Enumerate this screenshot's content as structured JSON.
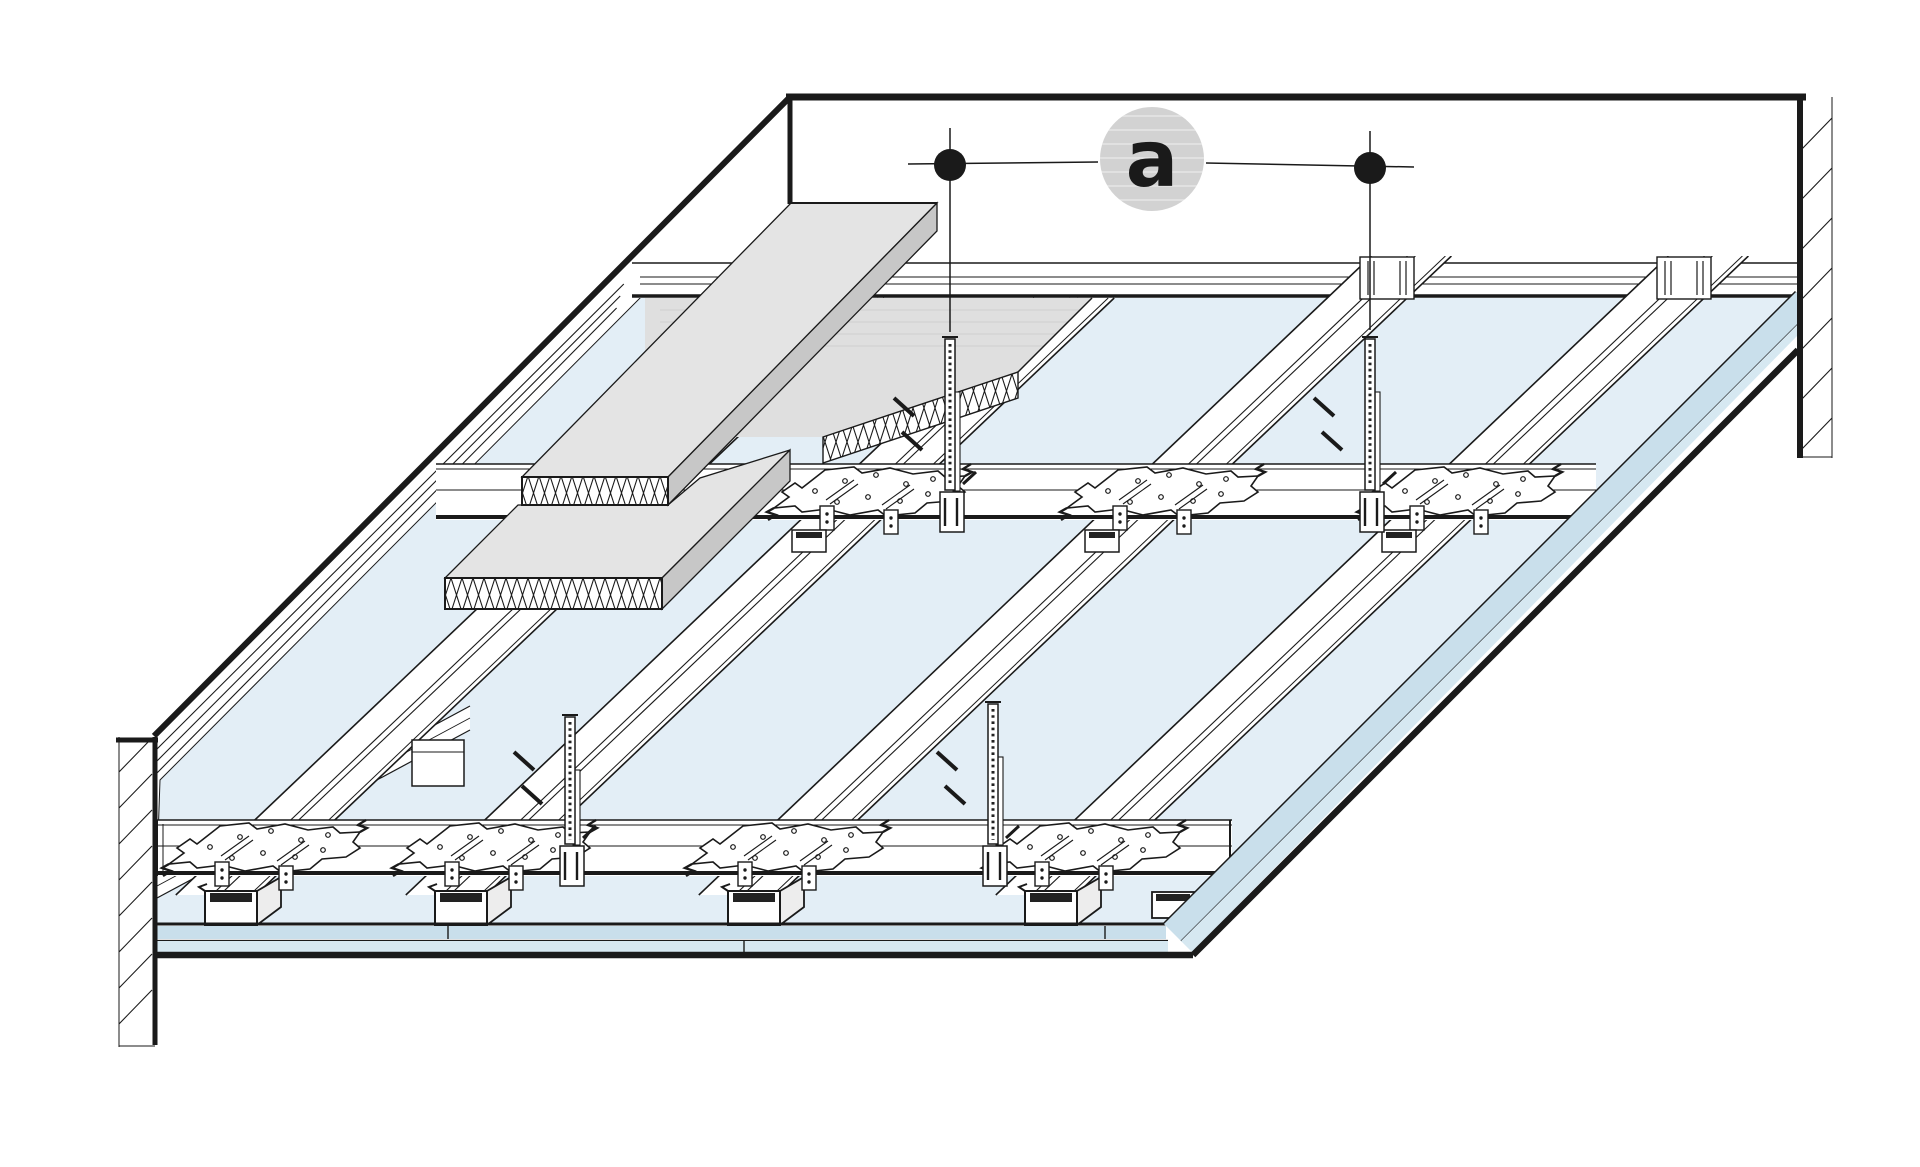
{
  "document": {
    "type": "construction-detail-drawing",
    "description": "Axonometric detail of a suspended metal-frame ceiling: two gypsum board layers below, CD profile grid with cross connectors and nonius hangers, two mineral wool insulation layers above, flanking walls hatched"
  },
  "marker": {
    "label": "a"
  },
  "colors": {
    "line": "#1a1a1a",
    "blueTop": "#e3eef6",
    "blueBand1": "#c9dfeb",
    "blueBand2": "#d6e8f1",
    "grayTop": "#e4e4e4",
    "graySide": "#c7c7c7",
    "grayField": "#dfdfdf",
    "markerCircle": "#d2d2d2",
    "white": "#ffffff"
  },
  "components": {
    "marker_circle": "detail reference bubble a",
    "crosshairs": [
      "suspension point left",
      "suspension point right"
    ],
    "walls": [
      "left wall hatched",
      "right wall hatched"
    ],
    "insulation": [
      "mineral wool layer 1",
      "mineral wool layer 2"
    ],
    "grid": [
      "main CD profiles diagonal",
      "cross CD profiles horizontal",
      "cross connectors",
      "nonius hangers",
      "perimeter channel"
    ],
    "boards": [
      "gypsum board layer 1",
      "gypsum board layer 2"
    ]
  }
}
